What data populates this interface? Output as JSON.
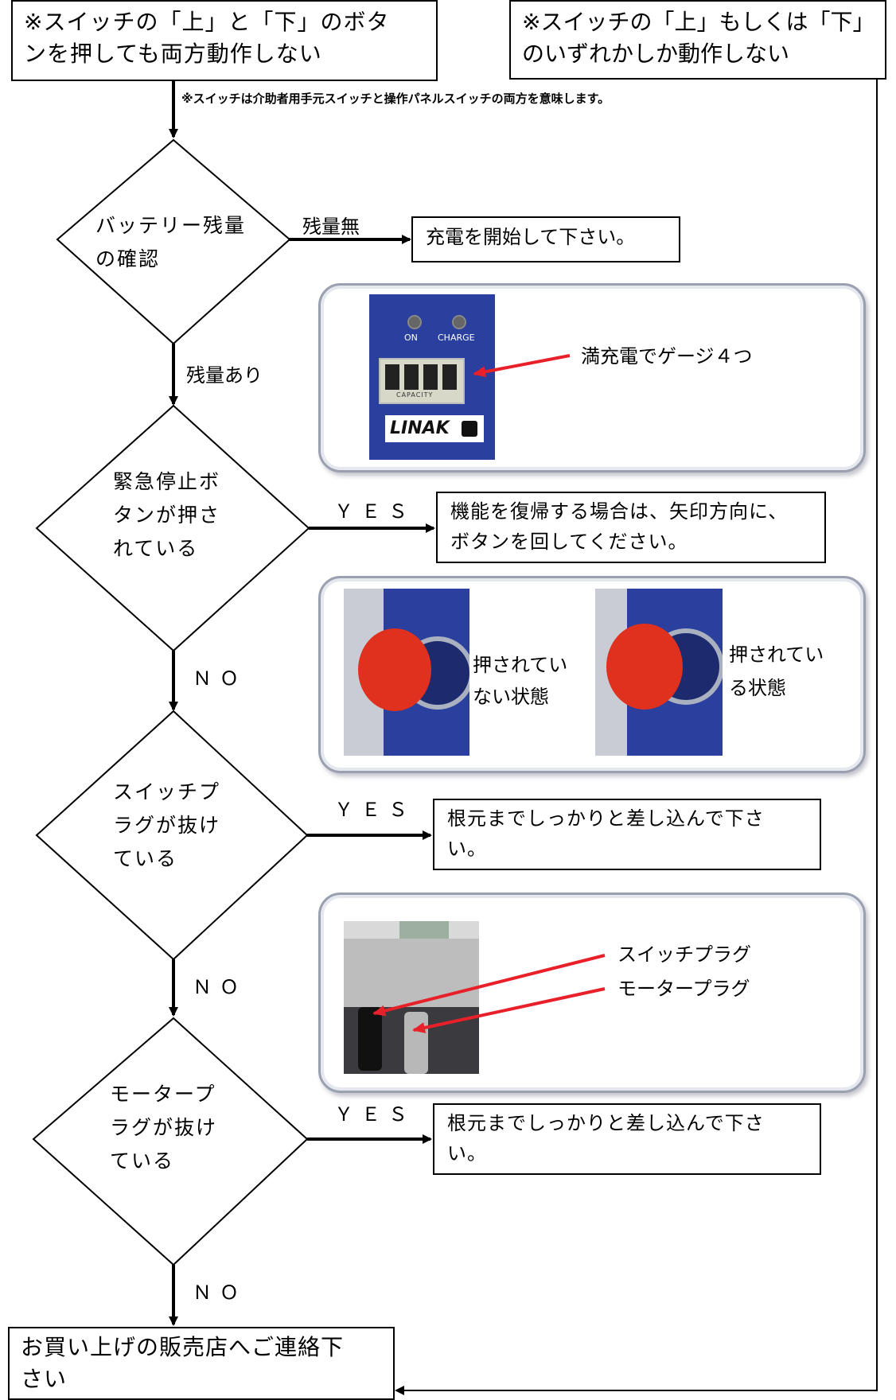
{
  "header": {
    "left_box": {
      "line1": "※スイッチの「上」と「下」のボタ",
      "line2": "ンを押しても両方動作しない"
    },
    "right_box": {
      "line1": "※スイッチの「上」もしくは「下」",
      "line2": "のいずれかしか動作しない"
    },
    "note": "※スイッチは介助者用手元スイッチと操作パネルスイッチの両方を意味します。"
  },
  "battery": {
    "question": [
      "バッテリー残量",
      "の確認"
    ],
    "branch_none": "残量無",
    "action_none": "充電を開始して下さい。",
    "branch_ok": "残量あり",
    "photo_callout": "満充電でゲージ４つ",
    "photo_labels": {
      "on": "ON",
      "charge": "CHARGE",
      "capacity": "CAPACITY",
      "brand": "LINAK"
    }
  },
  "emergency": {
    "question": [
      "緊急停止ボ",
      "タンが押さ",
      "れている"
    ],
    "yes_label": "ＹＥＳ",
    "action": [
      "機能を復帰する場合は、矢印方向に、",
      "ボタンを回してください。"
    ],
    "no_label": "ＮＯ",
    "state_not_pressed": [
      "押されてい",
      "ない状態"
    ],
    "state_pressed": [
      "押されてい",
      "る状態"
    ]
  },
  "switch_plug": {
    "question": [
      "スイッチプ",
      "ラグが抜け",
      "ている"
    ],
    "yes_label": "ＹＥＳ",
    "action": [
      "根元までしっかりと差し込んで下さ",
      "い。"
    ],
    "no_label": "ＮＯ",
    "callout_switch": "スイッチプラグ",
    "callout_motor": "モータープラグ"
  },
  "motor_plug": {
    "question": [
      "モータープ",
      "ラグが抜け",
      "ている"
    ],
    "yes_label": "ＹＥＳ",
    "action": [
      "根元までしっかりと差し込んで下さ",
      "い。"
    ],
    "no_label": "ＮＯ"
  },
  "final": {
    "line1": "お買い上げの販売店へご連絡下",
    "line2": "さい"
  },
  "colors": {
    "arrow_red": "#e8202a",
    "panel_blue": "#2a3f9e",
    "button_red": "#e0301e",
    "panel_border": "#9aa0b0"
  }
}
